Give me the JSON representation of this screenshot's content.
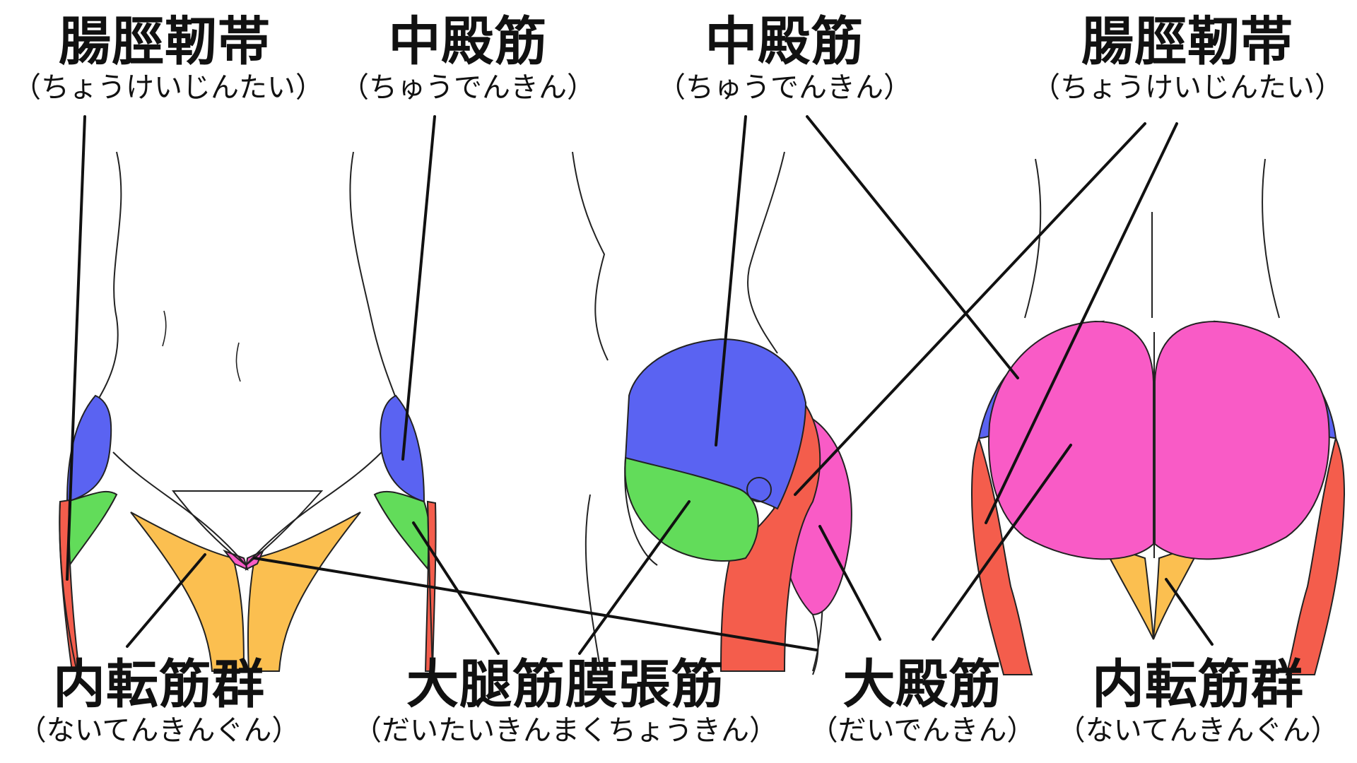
{
  "colors": {
    "gluteus_medius": "#5a63f2",
    "tensor_fasciae_latae": "#62dc5a",
    "gluteus_maximus": "#f95bc6",
    "iliotibial_band": "#f45d4c",
    "adductors": "#fbbf50",
    "outline": "#222222",
    "leader": "#111111"
  },
  "labels": {
    "itb_left": {
      "main": "腸脛靭帯",
      "reading": "（ちょうけいじんたい）"
    },
    "gmed_1": {
      "main": "中殿筋",
      "reading": "（ちゅうでんきん）"
    },
    "gmed_2": {
      "main": "中殿筋",
      "reading": "（ちゅうでんきん）"
    },
    "itb_right": {
      "main": "腸脛靭帯",
      "reading": "（ちょうけいじんたい）"
    },
    "add_left": {
      "main": "内転筋群",
      "reading": "（ないてんきんぐん）"
    },
    "tfl": {
      "main": "大腿筋膜張筋",
      "reading": "（だいたいきんまくちょうきん）"
    },
    "gmax": {
      "main": "大殿筋",
      "reading": "（だいでんきん）"
    },
    "add_right": {
      "main": "内転筋群",
      "reading": "（ないてんきんぐん）"
    }
  }
}
